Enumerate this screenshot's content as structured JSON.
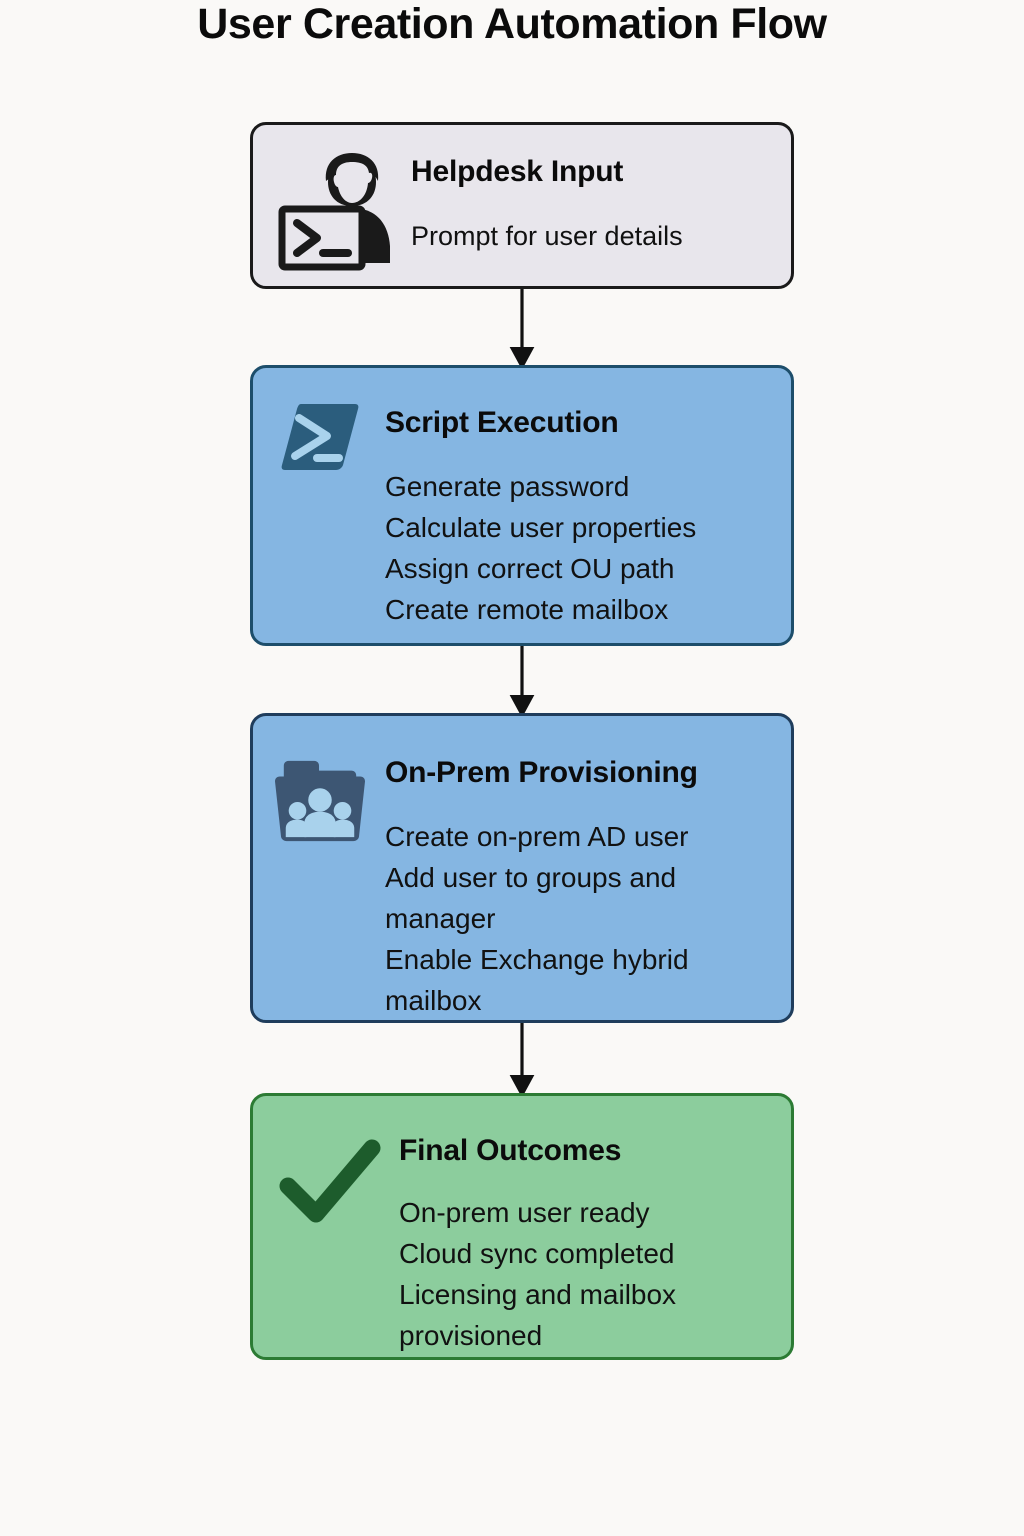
{
  "page": {
    "title": "User Creation Automation Flow",
    "background_color": "#faf9f7",
    "text_color": "#0b0b0b"
  },
  "diagram": {
    "type": "flowchart",
    "orientation": "vertical",
    "connector_color": "#111111",
    "nodes": [
      {
        "id": "helpdesk",
        "title": "Helpdesk Input",
        "icon": "user-terminal-icon",
        "fill_color": "#e8e6ec",
        "border_color": "#1a1a1a",
        "lines": [
          "Prompt for user details"
        ]
      },
      {
        "id": "script",
        "title": "Script Execution",
        "icon": "powershell-icon",
        "fill_color": "#85b6e2",
        "border_color": "#1d4e6b",
        "lines": [
          "Generate password",
          "Calculate user properties",
          "Assign correct OU path",
          "Create remote mailbox"
        ]
      },
      {
        "id": "onprem",
        "title": "On-Prem Provisioning",
        "icon": "folder-users-icon",
        "fill_color": "#85b6e2",
        "border_color": "#1f3d5c",
        "lines": [
          "Create on-prem AD user",
          "Add user to groups and manager",
          "Enable Exchange hybrid mailbox"
        ]
      },
      {
        "id": "final",
        "title": "Final Outcomes",
        "icon": "checkmark-icon",
        "fill_color": "#8ccd9d",
        "border_color": "#2c7b34",
        "lines": [
          "On-prem user ready",
          "Cloud sync completed",
          "Licensing and mailbox provisioned"
        ]
      }
    ],
    "edges": [
      {
        "from": "helpdesk",
        "to": "script",
        "label": ""
      },
      {
        "from": "script",
        "to": "onprem",
        "label": ""
      },
      {
        "from": "onprem",
        "to": "final",
        "label": ""
      }
    ]
  }
}
